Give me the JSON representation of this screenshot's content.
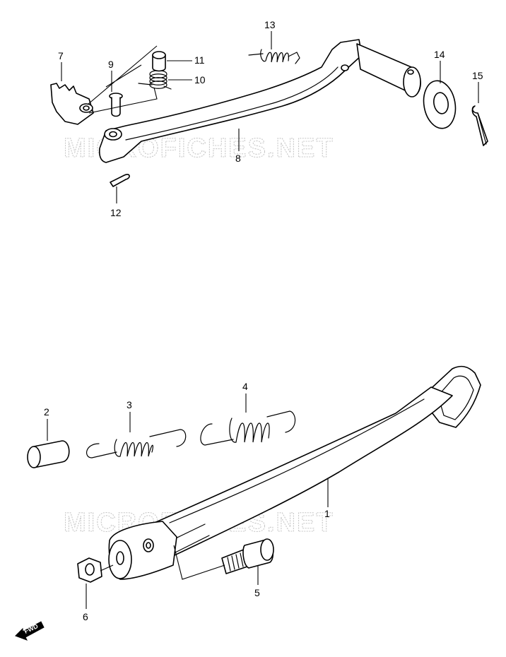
{
  "watermark": "MICROFICHES.NET",
  "forward_label": "FWD",
  "callouts": {
    "c1": "1",
    "c2": "2",
    "c3": "3",
    "c4": "4",
    "c5": "5",
    "c6": "6",
    "c7": "7",
    "c8": "8",
    "c9": "9",
    "c10": "10",
    "c11": "11",
    "c12": "12",
    "c13": "13",
    "c14": "14",
    "c15": "15"
  }
}
